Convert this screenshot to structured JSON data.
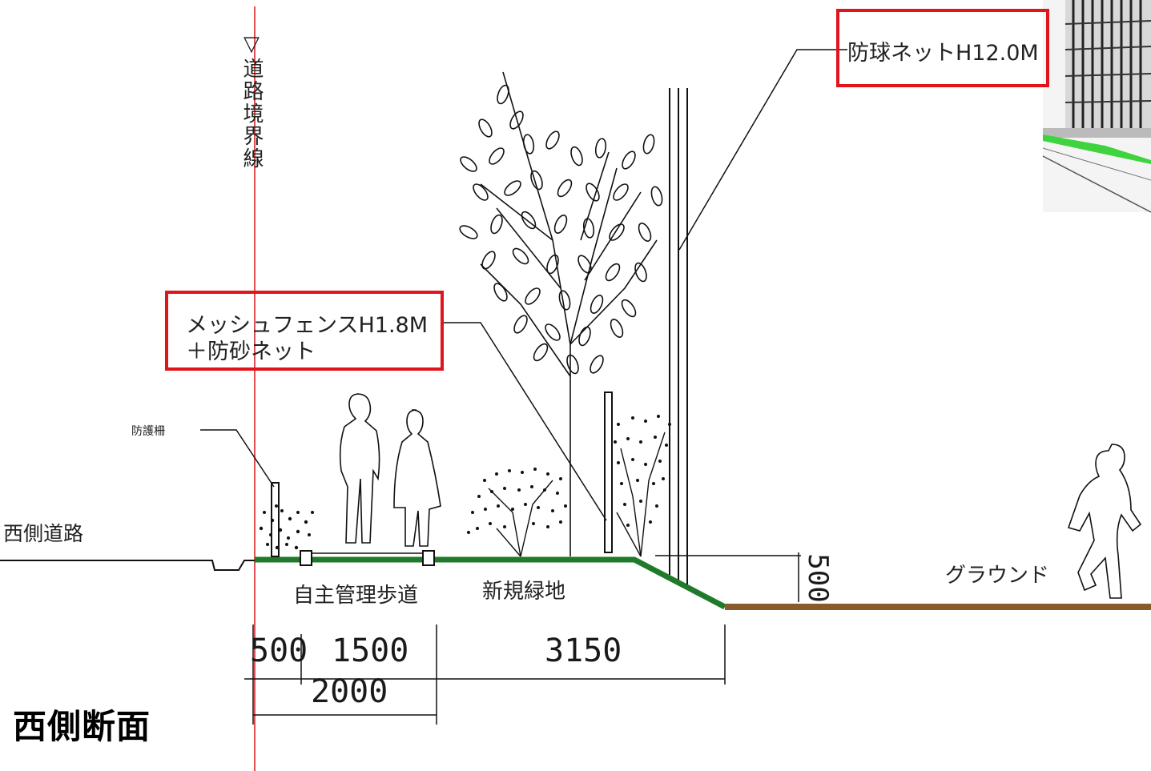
{
  "title": "西側断面",
  "road_boundary_label": "▽道路境界線",
  "labels": {
    "ball_net": "防球ネットH12.0M",
    "mesh_fence_line1": "メッシュフェンスH1.8M",
    "mesh_fence_line2": "＋防砂ネット",
    "guard_fence": "防護柵",
    "west_road": "西側道路",
    "sidewalk": "自主管理歩道",
    "new_green": "新規緑地",
    "ground": "グラウンド"
  },
  "dimensions": {
    "d500_left": "500",
    "d1500": "1500",
    "d3150": "3150",
    "d2000": "2000",
    "d500_height": "500"
  },
  "colors": {
    "callout_red": "#e0141c",
    "boundary_red": "#e05050",
    "planting_green": "#1f7a2a",
    "ground_brown": "#8a5a2b"
  }
}
